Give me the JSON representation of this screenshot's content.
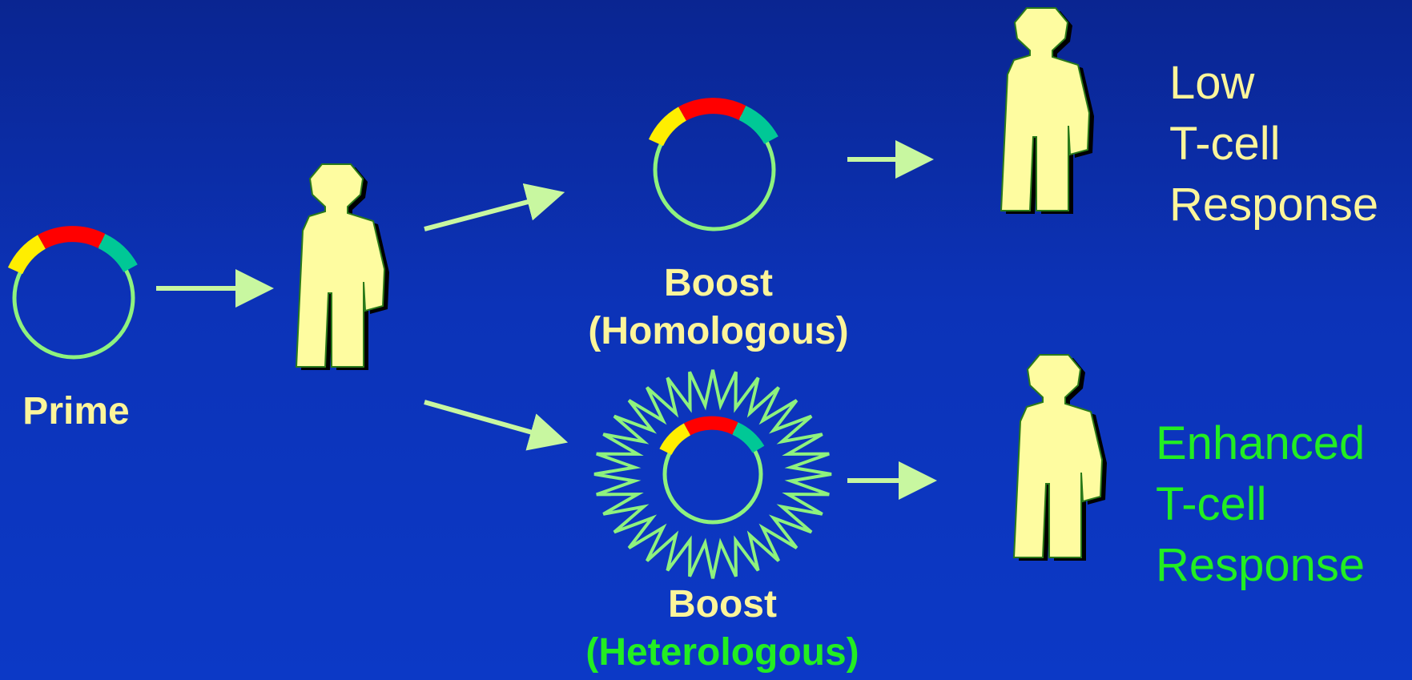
{
  "labels": {
    "prime": "Prime",
    "boost_homologous": {
      "line1": "Boost",
      "line2": "(Homologous)"
    },
    "boost_heterologous": {
      "line1": "Boost",
      "line2": "(Heterologous)"
    },
    "low_response": {
      "line1": "Low",
      "line2": "T-cell",
      "line3": "Response"
    },
    "enhanced_response": {
      "line1": "Enhanced",
      "line2": "T-cell",
      "line3": "Response"
    }
  },
  "colors": {
    "background_top": "#0a2591",
    "background_bottom": "#0c39c6",
    "label_yellow": "#fdf59a",
    "label_green": "#22ee22",
    "arrow": "#c8f7a0",
    "plasmid_ring": "#8ef27e",
    "segment_yellow": "#ffee00",
    "segment_red": "#ff0000",
    "segment_teal": "#00c896",
    "person_fill": "#fefca0",
    "person_shadow": "#000000",
    "starburst": "#8ef27e"
  },
  "icons": [
    "plasmid-icon",
    "person-icon",
    "arrow-icon",
    "viral-vector-starburst-icon"
  ]
}
